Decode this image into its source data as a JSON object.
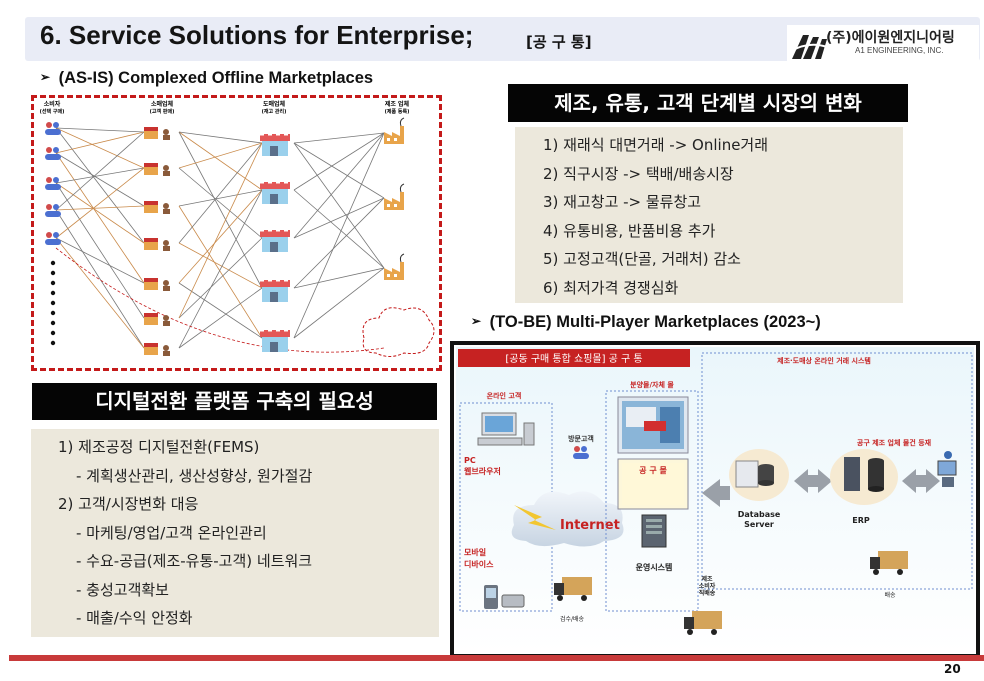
{
  "header": {
    "title": "6. Service Solutions for Enterprise;",
    "title_tag": "[공 구 통]"
  },
  "logo": {
    "korean": "(주)에이원엔지니어링",
    "english": "A1 ENGINEERING, INC."
  },
  "asis": {
    "heading": "(AS-IS) Complexed Offline Marketplaces",
    "col_consumer": [
      "소비자",
      "(선택 구매)"
    ],
    "col_retailer": [
      "소매업체",
      "(고객 판매)"
    ],
    "col_wholesaler": [
      "도매업체",
      "(재고 관리)"
    ],
    "col_manufacturer": [
      "제조 업체",
      "(제품 등록)"
    ]
  },
  "market_change": {
    "banner": "제조, 유통, 고객 단계별 시장의 변화",
    "items": [
      "1) 재래식 대면거래 -> Online거래",
      "2) 직구시장 -> 택배/배송시장",
      "3) 재고창고 -> 물류창고",
      "4) 유통비용, 반품비용 추가",
      "5) 고정고객(단골, 거래처) 감소",
      "6) 최저가격 경쟁심화"
    ]
  },
  "digital_transform": {
    "banner": "디지털전환 플랫폼 구축의 필요성",
    "lines": [
      "1) 제조공정 디지털전환(FEMS)",
      "- 계획생산관리, 생산성향상, 원가절감",
      "2) 고객/시장변화 대응",
      "- 마케팅/영업/고객 온라인관리",
      "- 수요-공급(제조-유통-고객) 네트워크",
      "- 충성고객확보",
      "- 매출/수익 안정화"
    ]
  },
  "tobe": {
    "heading": "(TO-BE) Multi-Player Marketplaces (2023~)",
    "mall_title": "[공동 구매 통합 쇼핑몰] 공 구 통",
    "system_title": "제조·도매상 온라인 거래 시스템",
    "online_customer": "온라인 고객",
    "pc_label": [
      "PC",
      "웹브라우저"
    ],
    "mobile_label": [
      "모바일",
      "디바이스"
    ],
    "visitor": "방문고객",
    "internet": "Internet",
    "shop_tab": "분양몰/자체 몰",
    "gonggu_mall": "공 구 몰",
    "ops_system": "운영시스템",
    "db_server": [
      "Database",
      "Server"
    ],
    "erp": "ERP",
    "mfr_register": "공구 제조 업체 물건 등재",
    "direct_delivery": [
      "제조",
      "소비자",
      "직배송"
    ],
    "inspection": "검수/배송",
    "delivery": "배송"
  },
  "page_number": "20"
}
